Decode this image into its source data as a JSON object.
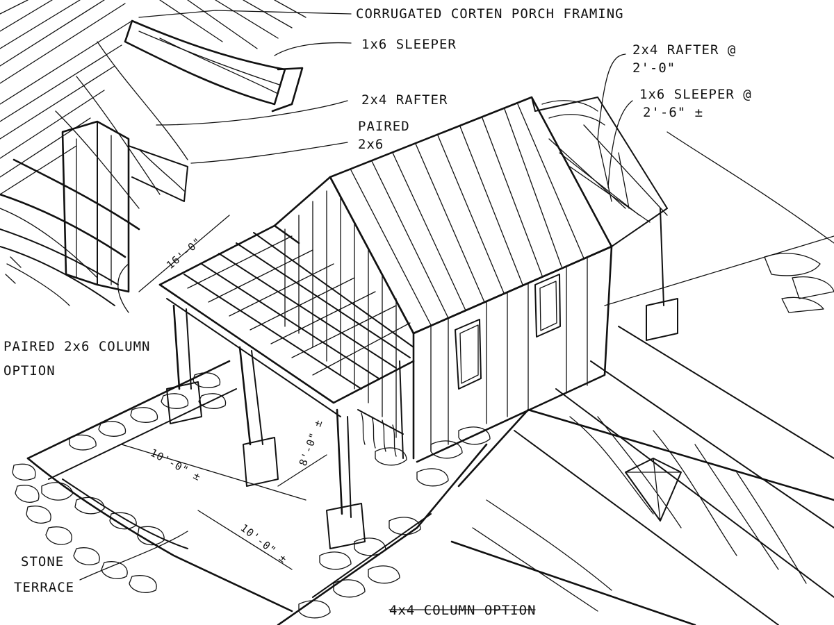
{
  "labels": {
    "porch_framing": "CORRUGATED CORTEN   PORCH FRAMING",
    "sleeper_top": "1x6 SLEEPER",
    "rafter_left": "2x4 RAFTER",
    "paired_2x6_a": "PAIRED",
    "paired_2x6_b": "2x6",
    "rafter_right_a": "2x4 RAFTER @",
    "rafter_right_b": "2'-0\"",
    "sleeper_right_a": "1x6 SLEEPER @",
    "sleeper_right_b": "2'-6\" ±",
    "paired_column_a": "PAIRED 2x6 COLUMN",
    "paired_column_b": "OPTION",
    "stone_terrace_a": "STONE",
    "stone_terrace_b": "TERRACE",
    "column_4x4": "4x4 COLUMN OPTION"
  },
  "dimensions": {
    "porch_length": "16'-0\"",
    "terrace_depth": "10'-0\" ±",
    "porch_height": "8'-0\" ±",
    "terrace_width": "10'-0\" ±"
  }
}
